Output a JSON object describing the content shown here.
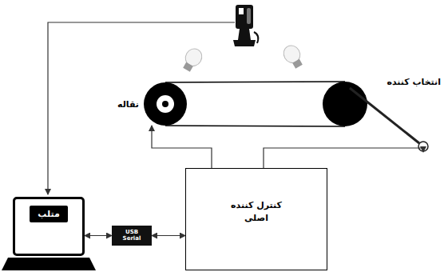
{
  "diagram": {
    "nodes": [
      {
        "text": [
          "نقاله"
        ]
      },
      {
        "text": [
          "انتخاب کننده"
        ]
      },
      {
        "text": [
          "متلب"
        ]
      },
      {
        "text": [
          "USB Serial"
        ]
      },
      {
        "text": [
          "کنترل کننده اصلی"
        ]
      }
    ],
    "edges": [
      {
        "from": 2,
        "to": 3,
        "arrow": "both"
      },
      {
        "from": 3,
        "to": 4,
        "arrow": "both"
      },
      {
        "from": 4,
        "to": 0,
        "arrow": "to"
      },
      {
        "from": 4,
        "to": 1,
        "arrow": "to"
      }
    ]
  }
}
